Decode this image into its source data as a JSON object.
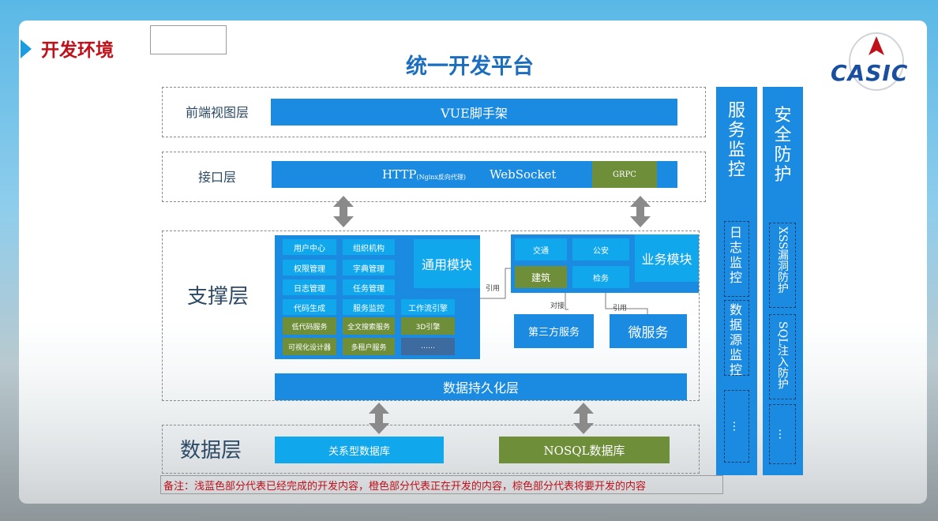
{
  "header": {
    "section_title": "开发环境",
    "main_title": "统一开发平台",
    "logo_text": "CASIC"
  },
  "layers": {
    "frontend": {
      "label": "前端视图层",
      "bar": "VUE脚手架"
    },
    "interface": {
      "label": "接口层",
      "http": "HTTP",
      "nginx": "(Nginx反向代理)",
      "websocket": "WebSocket",
      "grpc": "GRPC"
    },
    "support": {
      "label": "支撑层"
    },
    "data": {
      "label": "数据层"
    }
  },
  "common_module": {
    "title": "通用模块",
    "items": [
      "用户中心",
      "组织机构",
      "权限管理",
      "字典管理",
      "日志管理",
      "任务管理",
      "代码生成",
      "服务监控",
      "工作流引擎"
    ],
    "green_items": [
      "低代码服务",
      "全文搜索服务",
      "3D引擎",
      "可视化设计器",
      "多租户服务"
    ],
    "more": "……"
  },
  "business_module": {
    "title": "业务模块",
    "items": [
      "交通",
      "公安",
      "检务"
    ],
    "green_item": "建筑"
  },
  "connectors": {
    "ref1": "引用",
    "dock": "对接",
    "ref2": "引用"
  },
  "services": {
    "third_party": "第三方服务",
    "micro": "微服务"
  },
  "persistence": "数据持久化层",
  "databases": {
    "relational": "关系型数据库",
    "nosql": "NOSQL数据库"
  },
  "service_monitor": {
    "title": "服务监控",
    "items": [
      "日志监控",
      "数据源监控",
      "…"
    ]
  },
  "security": {
    "title": "安全防护",
    "items": [
      "XSS漏洞防护",
      "SQL注入防护",
      "…"
    ]
  },
  "note": "备注：浅蓝色部分代表已经完成的开发内容，橙色部分代表正在开发的内容，棕色部分代表将要开发的内容",
  "colors": {
    "blue": "#1a8be0",
    "cyan": "#10a7ec",
    "green": "#6f8e3a",
    "navy": "#3d6ba0",
    "title_red": "#c0101a",
    "main_title_blue": "#1a6ebd"
  }
}
